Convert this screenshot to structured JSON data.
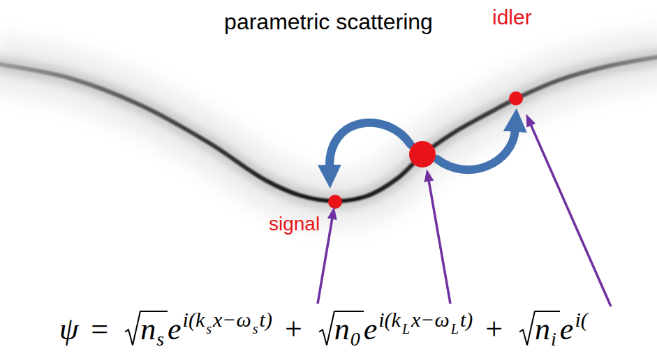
{
  "diagram": {
    "title": "parametric scattering",
    "labels": [
      "idler",
      "signal",
      "ψ",
      "=",
      "n",
      "s",
      "e",
      "i(k",
      "s",
      "x−ω",
      "s",
      "t)",
      "+",
      "n",
      "0",
      "e",
      "i(k",
      "L",
      "x−ω",
      "L",
      "t)",
      "+",
      "n",
      "i",
      "e",
      "i("
    ]
  }
}
